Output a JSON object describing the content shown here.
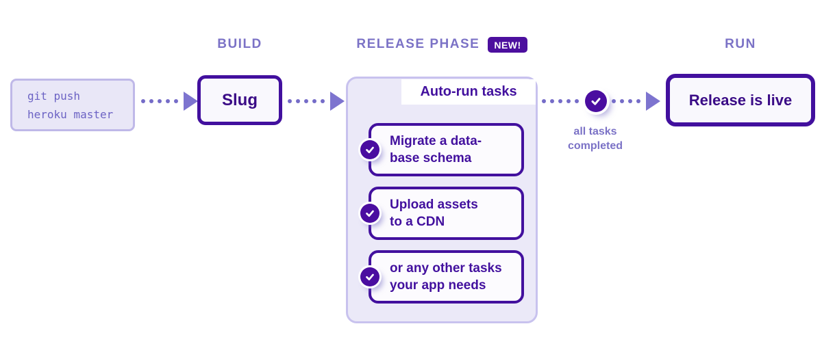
{
  "stages": {
    "build_label": "BUILD",
    "release_label": "RELEASE PHASE",
    "new_badge": "NEW!",
    "run_label": "RUN"
  },
  "git_box": {
    "line1": "git push",
    "line2": "heroku master"
  },
  "slug_box": {
    "label": "Slug"
  },
  "release_panel": {
    "title": "Auto-run tasks",
    "tasks": [
      {
        "line1": "Migrate a data-",
        "line2": "base schema"
      },
      {
        "line1": "Upload assets",
        "line2": "to a CDN"
      },
      {
        "line1": "or any other tasks",
        "line2": "your app needs"
      }
    ]
  },
  "completion": {
    "line1": "all tasks",
    "line2": "completed"
  },
  "run_box": {
    "label": "Release is live"
  },
  "colors": {
    "dark_purple": "#42109e",
    "deep_box_text": "#3a0b86",
    "medium_purple": "#7b72c6",
    "arrow_purple": "#756cc8",
    "badge_bg": "#4c0f9e",
    "check_circle_fill": "#4a0da0",
    "panel_bg": "#ebe9f8",
    "panel_border": "#c8c2ee",
    "git_box_bg": "#e9e7f7",
    "git_box_border": "#bfb8e8",
    "git_text": "#6c63c4",
    "card_bg": "#fcfbfe",
    "box_bg": "#f9f8fd",
    "page_bg": "#ffffff"
  }
}
